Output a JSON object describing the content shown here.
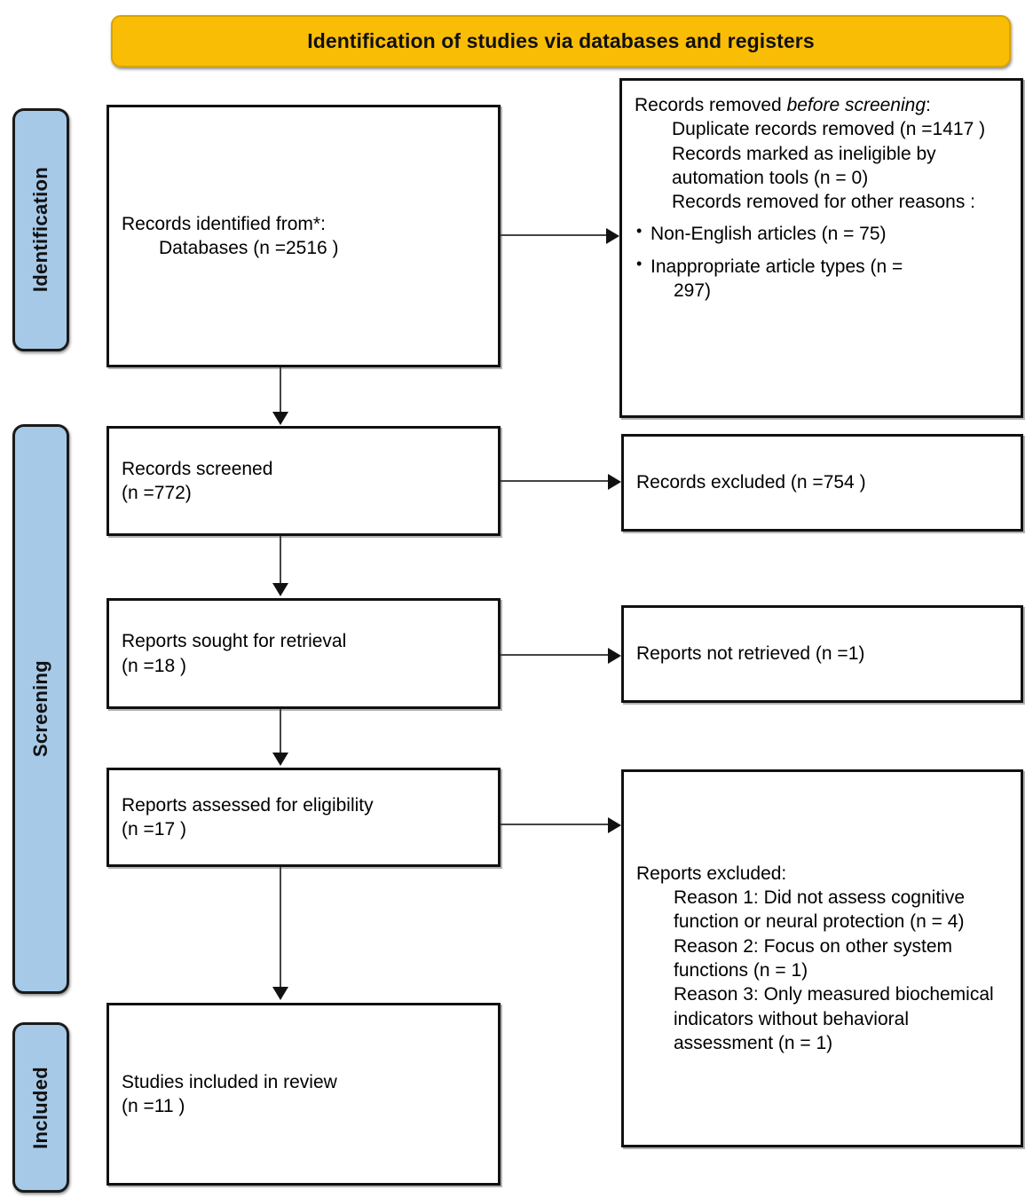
{
  "banner": {
    "title": "Identification of studies via databases and registers"
  },
  "rails": [
    {
      "key": "identification",
      "label": "Identification"
    },
    {
      "key": "screening",
      "label": "Screening"
    },
    {
      "key": "included",
      "label": "Included"
    }
  ],
  "boxes": {
    "identified": {
      "line1": "Records identified from*:",
      "line2": "Databases (n =2516 )"
    },
    "removed_before_screening": {
      "heading_pre": "Records removed ",
      "heading_em": "before screening",
      "heading_post": ":",
      "item1": "Duplicate records removed  (n =1417 )",
      "item2": "Records marked as ineligible by automation tools (n = 0)",
      "item3": "Records removed for other reasons :",
      "bullet1": "Non-English articles (n = 75)",
      "bullet2": "Inappropriate article types (n =",
      "bullet2_cont": "297)"
    },
    "screened": {
      "line1": "Records screened",
      "line2": "(n =772)"
    },
    "records_excluded": {
      "line1": "Records excluded (n =754 )"
    },
    "sought": {
      "line1": "Reports sought for retrieval",
      "line2": "(n =18 )"
    },
    "not_retrieved": {
      "line1": "Reports not retrieved (n =1)"
    },
    "assessed": {
      "line1": "Reports assessed for eligibility",
      "line2": "(n =17 )"
    },
    "reports_excluded": {
      "heading": "Reports excluded:",
      "reason1": "Reason 1: Did not assess cognitive function or neural protection (n = 4)",
      "reason2": "Reason 2: Focus on other system functions (n = 1)",
      "reason3": "Reason 3: Only measured biochemical indicators without behavioral assessment (n = 1)"
    },
    "included": {
      "line1": "Studies included in review",
      "line2": "(n =11 )"
    }
  },
  "colors": {
    "banner_fill": "#f9bd06",
    "rail_fill": "#a6c9e8",
    "box_border": "#111111",
    "connector": "#444444"
  }
}
